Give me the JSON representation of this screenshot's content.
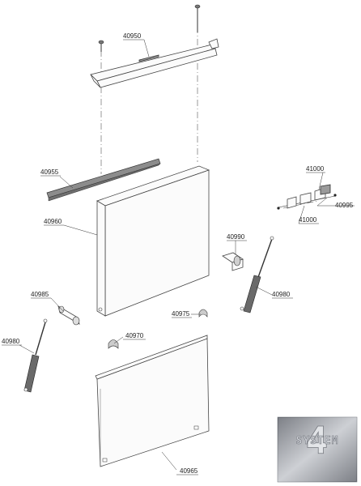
{
  "labels": {
    "p40950": "40950",
    "p40955": "40955",
    "p40960": "40960",
    "p41000_top": "41000",
    "p40995": "40995",
    "p41000_bottom": "41000",
    "p40990": "40990",
    "p40980_right": "40980",
    "p40985": "40985",
    "p40975": "40975",
    "p40970": "40970",
    "p40980_left": "40980",
    "p40965": "40965"
  },
  "logo": {
    "text": "SYSTEM",
    "monogram": "4"
  },
  "colors": {
    "line": "#444444",
    "logo_light": "#d8dade",
    "logo_dark": "#5c5f66"
  }
}
